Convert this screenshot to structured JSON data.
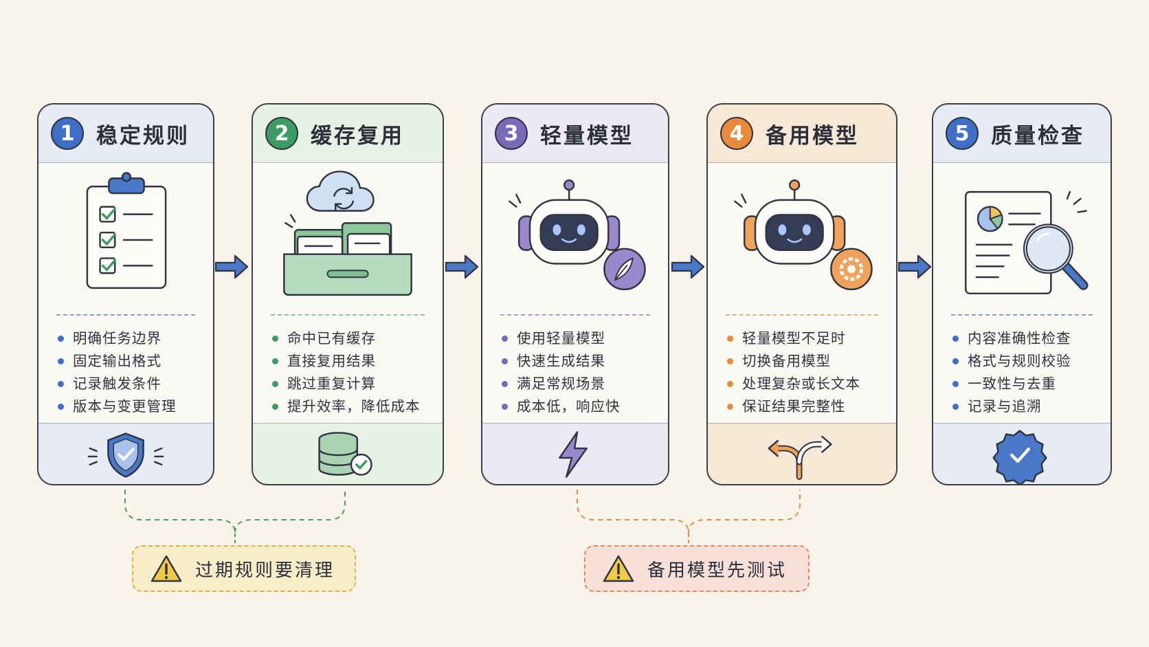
{
  "steps": [
    {
      "number": "1",
      "title": "稳定规则",
      "accent": "#3f6fc4",
      "header_bg": "#e6ebf4",
      "foot_bg": "#e6ebf4",
      "illustration": "clipboard-checklist-icon",
      "footer_icon": "shield-check-icon",
      "bullets": [
        "明确任务边界",
        "固定输出格式",
        "记录触发条件",
        "版本与变更管理"
      ]
    },
    {
      "number": "2",
      "title": "缓存复用",
      "accent": "#3e9b63",
      "header_bg": "#e7f1e4",
      "foot_bg": "#e7f1e4",
      "illustration": "cloud-cache-box-icon",
      "footer_icon": "database-check-icon",
      "bullets": [
        "命中已有缓存",
        "直接复用结果",
        "跳过重复计算",
        "提升效率，降低成本"
      ]
    },
    {
      "number": "3",
      "title": "轻量模型",
      "accent": "#7a68b8",
      "header_bg": "#ece8f4",
      "foot_bg": "#ece8f4",
      "illustration": "robot-feather-icon",
      "footer_icon": "lightning-icon",
      "bullets": [
        "使用轻量模型",
        "快速生成结果",
        "满足常规场景",
        "成本低，响应快"
      ]
    },
    {
      "number": "4",
      "title": "备用模型",
      "accent": "#e88a3a",
      "header_bg": "#f8e8d6",
      "foot_bg": "#f8e8d6",
      "illustration": "robot-gear-icon",
      "footer_icon": "split-arrow-icon",
      "bullets": [
        "轻量模型不足时",
        "切换备用模型",
        "处理复杂或长文本",
        "保证结果完整性"
      ]
    },
    {
      "number": "5",
      "title": "质量检查",
      "accent": "#3f6fc4",
      "header_bg": "#e6ebf4",
      "foot_bg": "#e6ebf4",
      "illustration": "report-magnifier-icon",
      "footer_icon": "verified-badge-icon",
      "bullets": [
        "内容准确性检查",
        "格式与规则校验",
        "一致性与去重",
        "记录与追溯"
      ]
    }
  ],
  "warnings": [
    {
      "text": "过期规则要清理",
      "border": "#d9b24a",
      "bg": "#f9edc9",
      "line_color": "#4c9a62",
      "icon": "warning-triangle-icon"
    },
    {
      "text": "备用模型先测试",
      "border": "#e08a5a",
      "bg": "#f8e0d8",
      "line_color": "#e58a44",
      "icon": "warning-triangle-icon"
    }
  ],
  "colors": {
    "arrow": "#3f6fc4",
    "stroke": "#2f3440"
  }
}
